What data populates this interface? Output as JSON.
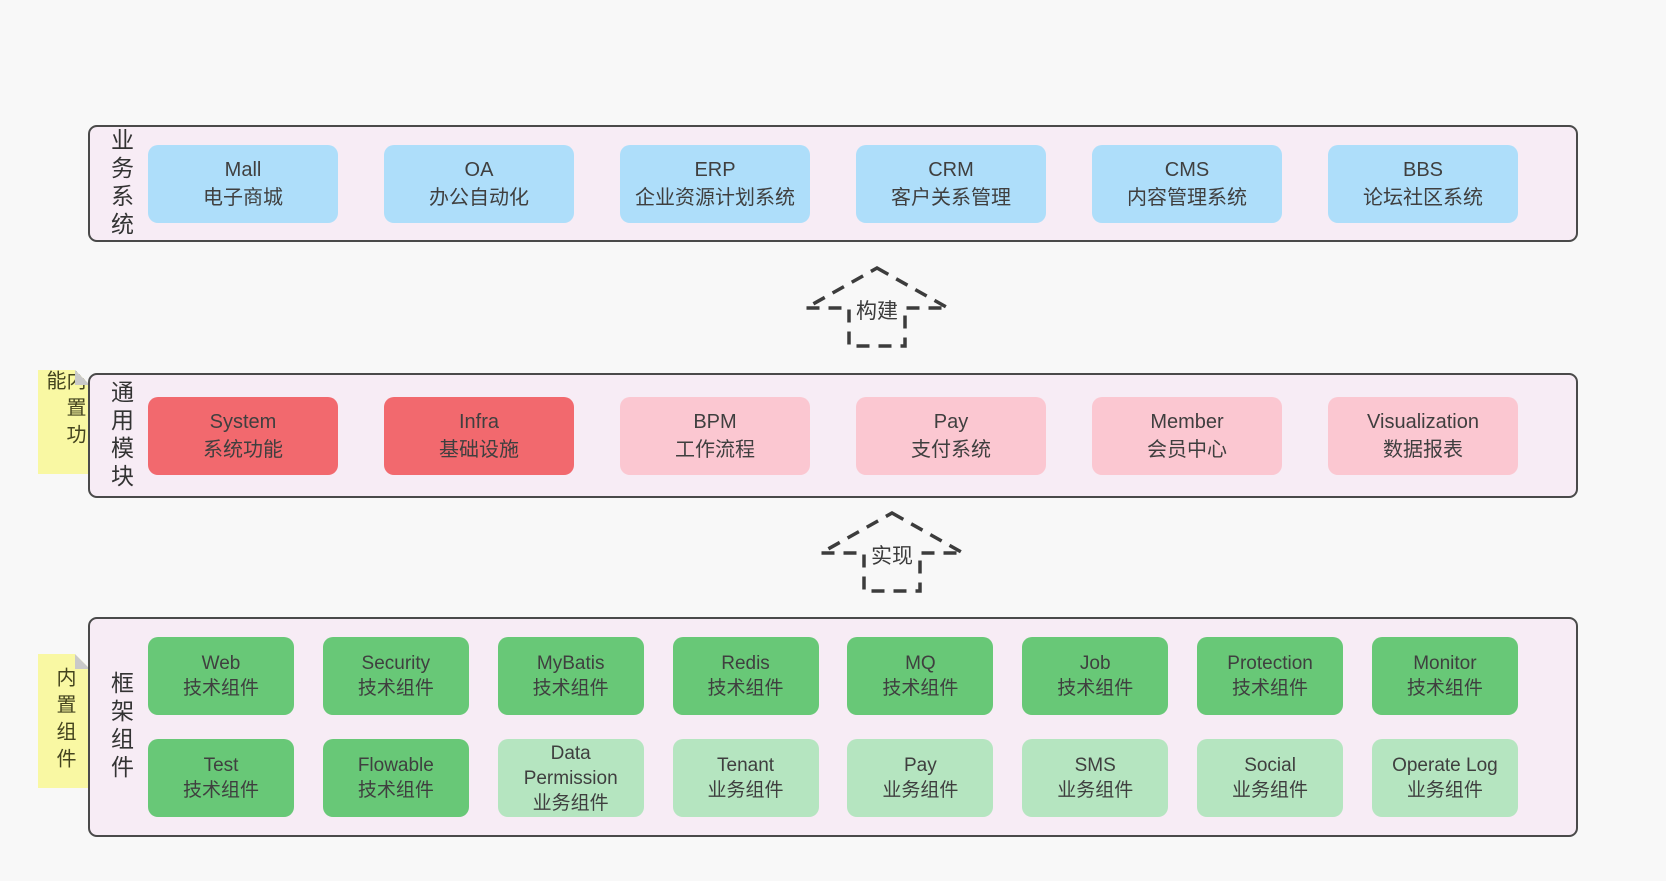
{
  "colors": {
    "page_bg": "#f8f8f8",
    "panel_bg": "#f7ecf5",
    "panel_border": "#4a4a4a",
    "system_blue": "#aedefa",
    "core_red": "#f2696e",
    "module_pink": "#fbc7d1",
    "tech_green": "#68c877",
    "biz_light_green": "#b5e5c0",
    "note_yellow": "#f9f8a3",
    "arrow_stroke": "#3c3c3c"
  },
  "arrows": {
    "build": "构建",
    "implement": "实现"
  },
  "sections": {
    "business": {
      "label": "业务系统",
      "items": [
        {
          "name": "Mall",
          "desc": "电子商城"
        },
        {
          "name": "OA",
          "desc": "办公自动化"
        },
        {
          "name": "ERP",
          "desc": "企业资源计划系统"
        },
        {
          "name": "CRM",
          "desc": "客户关系管理"
        },
        {
          "name": "CMS",
          "desc": "内容管理系统"
        },
        {
          "name": "BBS",
          "desc": "论坛社区系统"
        }
      ]
    },
    "modules": {
      "label": "通用模块",
      "note": "内置功能",
      "items": [
        {
          "name": "System",
          "desc": "系统功能"
        },
        {
          "name": "Infra",
          "desc": "基础设施"
        },
        {
          "name": "BPM",
          "desc": "工作流程"
        },
        {
          "name": "Pay",
          "desc": "支付系统"
        },
        {
          "name": "Member",
          "desc": "会员中心"
        },
        {
          "name": "Visualization",
          "desc": "数据报表"
        }
      ]
    },
    "framework": {
      "label": "框架组件",
      "note": "内置组件",
      "rows": [
        [
          {
            "name": "Web",
            "desc": "技术组件"
          },
          {
            "name": "Security",
            "desc": "技术组件"
          },
          {
            "name": "MyBatis",
            "desc": "技术组件"
          },
          {
            "name": "Redis",
            "desc": "技术组件"
          },
          {
            "name": "MQ",
            "desc": "技术组件"
          },
          {
            "name": "Job",
            "desc": "技术组件"
          },
          {
            "name": "Protection",
            "desc": "技术组件"
          },
          {
            "name": "Monitor",
            "desc": "技术组件"
          }
        ],
        [
          {
            "name": "Test",
            "desc": "技术组件"
          },
          {
            "name": "Flowable",
            "desc": "技术组件"
          },
          {
            "name": "Data Permission",
            "desc": "业务组件"
          },
          {
            "name": "Tenant",
            "desc": "业务组件"
          },
          {
            "name": "Pay",
            "desc": "业务组件"
          },
          {
            "name": "SMS",
            "desc": "业务组件"
          },
          {
            "name": "Social",
            "desc": "业务组件"
          },
          {
            "name": "Operate Log",
            "desc": "业务组件"
          }
        ]
      ]
    }
  }
}
